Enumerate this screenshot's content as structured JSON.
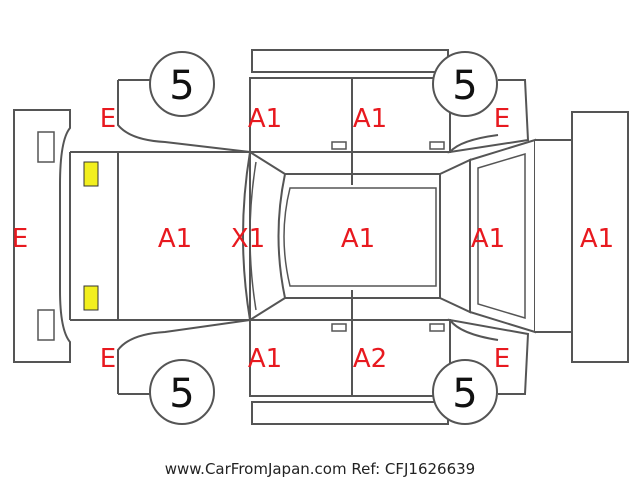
{
  "colors": {
    "code_text": "#e8191f",
    "outline": "#555555",
    "yellow_lamp": "#f2ef1e",
    "red_lamp": "#d9141c"
  },
  "icons": {
    "front_lamps": "yellow-rectangle-icon",
    "rear_lamps": "red-rectangle-icon",
    "wheels": "circle-icon"
  },
  "wheels": {
    "front_top": "5",
    "rear_top": "5",
    "front_bottom": "5",
    "rear_bottom": "5"
  },
  "codes": {
    "front_bumper": "E",
    "front_fender_top": "E",
    "front_door_top": "A1",
    "rear_door_top": "A1",
    "rear_fender_top": "E",
    "hood": "A1",
    "windshield": "X1",
    "roof": "A1",
    "back_door": "A1",
    "rear_bumper": "A1",
    "front_fender_bottom": "E",
    "front_door_bottom": "A1",
    "rear_door_bottom": "A2",
    "rear_fender_bottom": "E"
  },
  "footer": {
    "text": "www.CarFromJapan.com Ref: CFJ1626639"
  }
}
